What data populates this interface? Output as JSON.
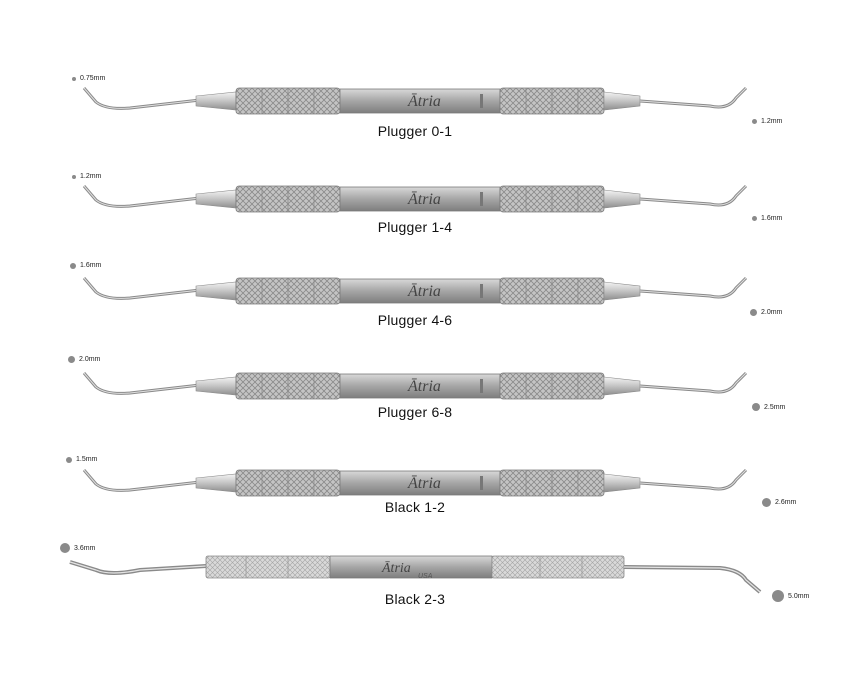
{
  "brand": "Ātria",
  "brand_suffix": "USA",
  "instruments": [
    {
      "name": "Plugger 0-1",
      "left_tip": "0.75mm",
      "right_tip": "1.2mm"
    },
    {
      "name": "Plugger 1-4",
      "left_tip": "1.2mm",
      "right_tip": "1.6mm"
    },
    {
      "name": "Plugger 4-6",
      "left_tip": "1.6mm",
      "right_tip": "2.0mm"
    },
    {
      "name": "Plugger 6-8",
      "left_tip": "2.0mm",
      "right_tip": "2.5mm"
    },
    {
      "name": "Black 1-2",
      "left_tip": "1.5mm",
      "right_tip": "2.6mm"
    },
    {
      "name": "Black 2-3",
      "left_tip": "3.6mm",
      "right_tip": "5.0mm"
    }
  ],
  "colors": {
    "steel_light": "#e6e6e6",
    "steel_mid": "#b8b8b8",
    "steel_dark": "#8c8c8c",
    "dot": "#8a8a8a"
  }
}
